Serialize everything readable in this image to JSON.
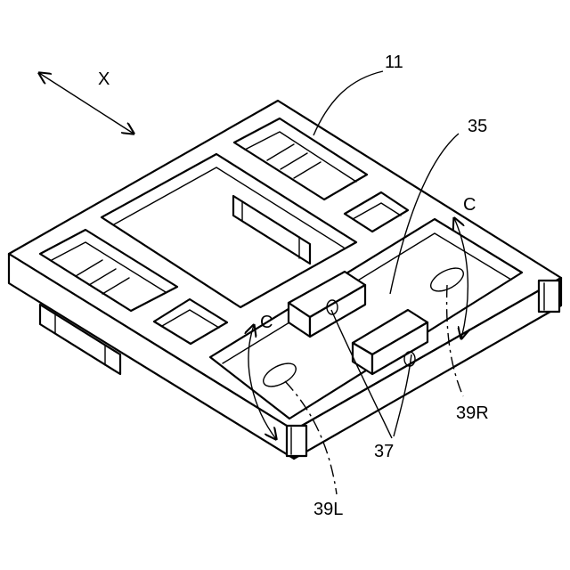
{
  "labels": {
    "direction_x": "X",
    "frame": "11",
    "plate": "35",
    "rotation_right": "C",
    "rotation_left": "C",
    "bosses": "37",
    "mount_right": "39R",
    "mount_left": "39L"
  },
  "colors": {
    "line": "#000000",
    "background": "#ffffff"
  }
}
